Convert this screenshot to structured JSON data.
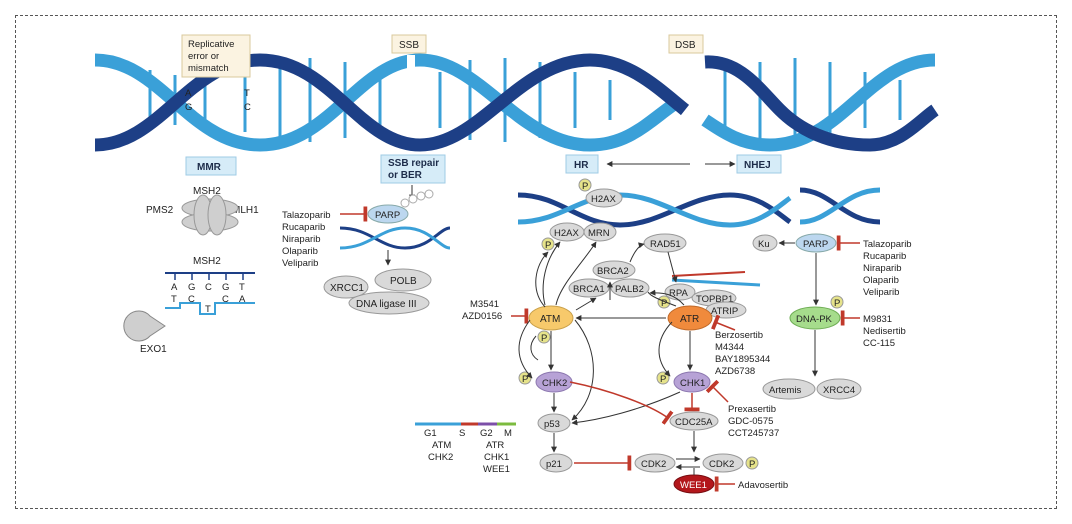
{
  "top": {
    "replicative": [
      "Replicative",
      "error or",
      "mismatch"
    ],
    "ssb": "SSB",
    "dsb": "DSB",
    "bases_top": [
      "A",
      "G"
    ],
    "bases_right": [
      "T",
      "C"
    ]
  },
  "mmr": {
    "header": "MMR",
    "msh2_top": "MSH2",
    "pms2": "PMS2",
    "mlh1": "MLH1",
    "msh2_bottom": "MSH2",
    "top_strand": [
      "A",
      "G",
      "C",
      "G",
      "T"
    ],
    "bottom_strand": [
      "T",
      "C",
      "T",
      "C",
      "A"
    ],
    "exo1": "EXO1"
  },
  "ssb_repair": {
    "header": [
      "SSB repair",
      "or BER"
    ],
    "parp": "PARP",
    "drugs": [
      "Talazoparib",
      "Rucaparib",
      "Niraparib",
      "Olaparib",
      "Veliparib"
    ],
    "xrcc1": "XRCC1",
    "polb": "POLB",
    "ligase": "DNA ligase III"
  },
  "hr": {
    "header": "HR",
    "p": "P",
    "h2ax_top": "H2AX",
    "h2ax": "H2AX",
    "mrn": "MRN",
    "rad51": "RAD51",
    "brca2": "BRCA2",
    "brca1": "BRCA1",
    "palb2": "PALB2",
    "rpa": "RPA",
    "topbp1": "TOPBP1",
    "atrip": "ATRIP",
    "atm": "ATM",
    "atr": "ATR",
    "atm_drugs": [
      "M3541",
      "AZD0156"
    ],
    "atr_drugs": [
      "Berzosertib",
      "M4344",
      "BAY1895344",
      "AZD6738"
    ],
    "chk2": "CHK2",
    "chk1": "CHK1",
    "chk1_drugs": [
      "Prexasertib",
      "GDC-0575",
      "CCT245737"
    ],
    "p53": "p53",
    "cdc25a": "CDC25A",
    "p21": "p21",
    "cdk2": "CDK2",
    "cdk2b": "CDK2",
    "wee1": "WEE1",
    "wee1_drug": "Adavosertib"
  },
  "nhej": {
    "header": "NHEJ",
    "ku": "Ku",
    "parp": "PARP",
    "parp_drugs": [
      "Talazoparib",
      "Rucaparib",
      "Niraparib",
      "Olaparib",
      "Veliparib"
    ],
    "dnapk": "DNA-PK",
    "dnapk_drugs": [
      "M9831",
      "Nedisertib",
      "CC-115"
    ],
    "artemis": "Artemis",
    "xrcc4": "XRCC4"
  },
  "cell_cycle": {
    "phases": [
      "G1",
      "S",
      "G2",
      "M"
    ],
    "g1_kinases": [
      "ATM",
      "CHK2"
    ],
    "g2_kinases": [
      "ATR",
      "CHK1",
      "WEE1"
    ]
  },
  "colors": {
    "dark_blue": "#1d3f86",
    "light_blue": "#3aa0d8",
    "header_bg": "#d6ecf8",
    "label_bg": "#fbf3e1",
    "inhibitor": "#c0392b",
    "protein_gray": "#d9d9d9",
    "atm_fill": "#f7c96b",
    "atr_fill": "#f08a3c",
    "chk_fill": "#b7a2d6",
    "dnapk_fill": "#a6dc8c",
    "wee1_fill": "#b3171c",
    "phospho": "#e6e38a"
  }
}
